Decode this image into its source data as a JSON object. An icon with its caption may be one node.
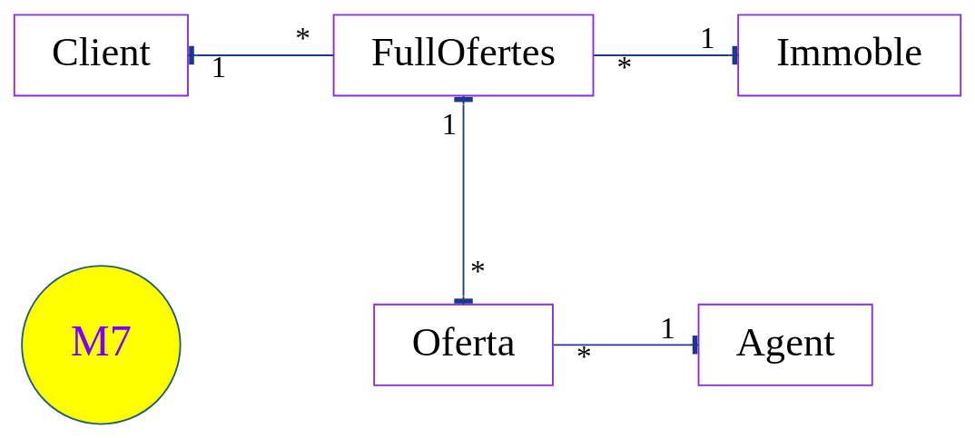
{
  "diagram": {
    "nodes": [
      {
        "text": [
          "Client"
        ]
      },
      {
        "text": [
          "FullOfertes"
        ]
      },
      {
        "text": [
          "Immoble"
        ]
      },
      {
        "text": [
          "M7"
        ]
      },
      {
        "text": [
          "Oferta"
        ]
      },
      {
        "text": [
          "Agent"
        ]
      }
    ],
    "edges": [
      {
        "from": 0,
        "to": 1,
        "arrow": "other"
      },
      {
        "from": 1,
        "to": 2,
        "arrow": "other"
      },
      {
        "from": 1,
        "to": 4,
        "arrow": "other"
      },
      {
        "from": 4,
        "to": 5,
        "arrow": "other"
      }
    ],
    "labels": [
      "1",
      "*",
      "*",
      "1",
      "1",
      "*",
      "*",
      "1"
    ]
  }
}
